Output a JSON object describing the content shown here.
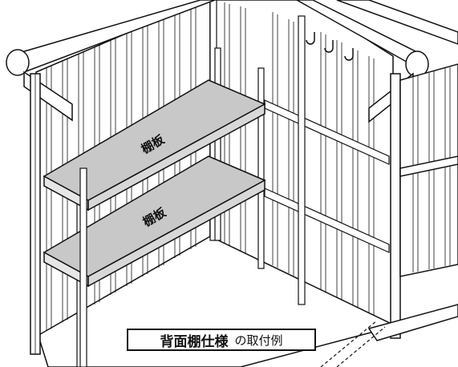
{
  "shelves": [
    {
      "label": "棚板"
    },
    {
      "label": "棚板"
    }
  ],
  "caption": {
    "main": "背面棚仕様",
    "sub": "の取付例"
  },
  "colors": {
    "line": "#111111",
    "shelf_fill": "#c8c8c8",
    "shelf_edge": "#e6e6e6",
    "panel": "#ffffff"
  }
}
